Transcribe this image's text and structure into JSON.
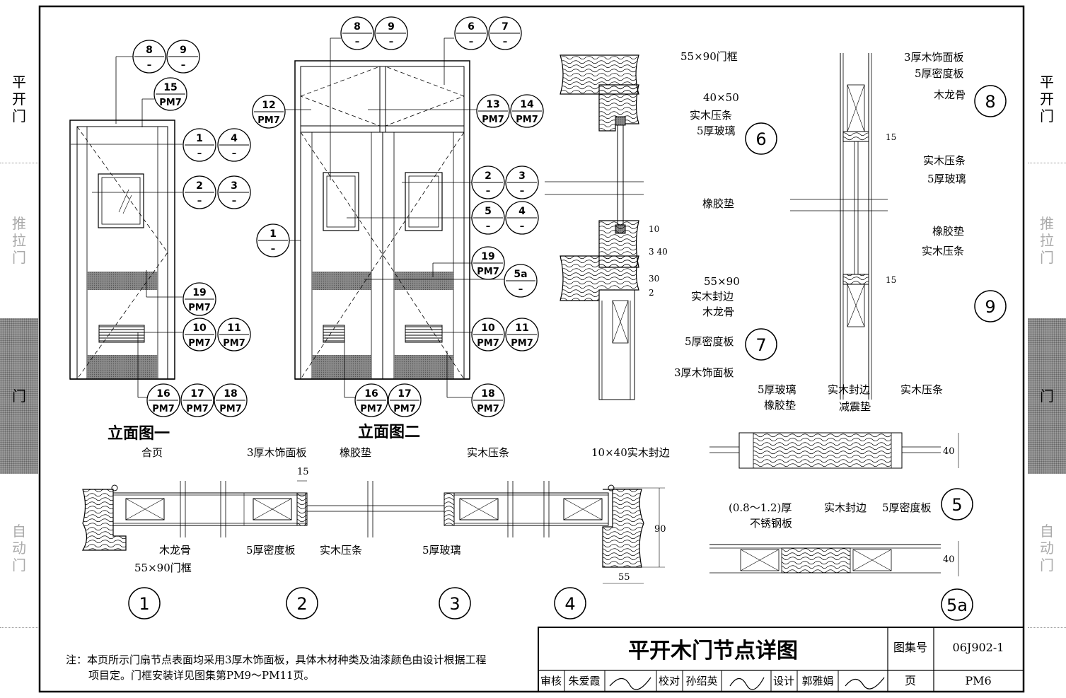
{
  "side_tabs": [
    "平\n开\n门",
    "推\n拉\n门",
    "门",
    "自\n动\n门"
  ],
  "title": "平开木门节点详图",
  "atlas_label": "图集号",
  "atlas_no": "06J902-1",
  "page_label": "页",
  "page_no": "PM6",
  "review_label": "审核",
  "reviewer": "朱爱霞",
  "check_label": "校对",
  "checker": "孙绍英",
  "design_label": "设计",
  "designer": "郭雅娟",
  "note_line1": "注：本页所示门扇节点表面均采用3厚木饰面板，具体木材种类及油漆颜色由设计根据工程",
  "note_line2": "项目定。门框安装详见图集第PM9～PM11页。",
  "elev1_title": "立面图一",
  "elev2_title": "立面图二",
  "section_labels": [
    "1",
    "2",
    "3",
    "4",
    "5",
    "5a",
    "6",
    "7",
    "8",
    "9"
  ],
  "labels": {
    "hinge": "合页",
    "veneer3": "3厚木饰面板",
    "rubber": "橡胶垫",
    "strip": "实木压条",
    "edge10x40": "10×40实木封边",
    "keel": "木龙骨",
    "frame55x90": "55×90门框",
    "mdf5": "5厚密度板",
    "glass5": "5厚玻璃",
    "frame55x90b": "55×90门框",
    "s40x50": "40×50",
    "s55x90": "55×90",
    "edge": "实木封边",
    "damper": "减震垫",
    "steel1": "(0.8～1.2)厚",
    "steel2": "不锈钢板",
    "d15": "15",
    "d40": "40",
    "d90": "90",
    "d55": "55",
    "d10": "10",
    "d340": "3 40",
    "d30": "30",
    "d2": "2"
  },
  "elev1_refs": [
    {
      "top": "8",
      "bot": "–"
    },
    {
      "top": "9",
      "bot": "–"
    },
    {
      "top": "15",
      "bot": "PM7"
    },
    {
      "top": "1",
      "bot": "–"
    },
    {
      "top": "4",
      "bot": "–"
    },
    {
      "top": "2",
      "bot": "–"
    },
    {
      "top": "3",
      "bot": "–"
    },
    {
      "top": "19",
      "bot": "PM7"
    },
    {
      "top": "10",
      "bot": "PM7"
    },
    {
      "top": "11",
      "bot": "PM7"
    },
    {
      "top": "16",
      "bot": "PM7"
    },
    {
      "top": "17",
      "bot": "PM7"
    },
    {
      "top": "18",
      "bot": "PM7"
    }
  ],
  "elev2_refs": [
    {
      "top": "8",
      "bot": "–"
    },
    {
      "top": "9",
      "bot": "–"
    },
    {
      "top": "6",
      "bot": "–"
    },
    {
      "top": "7",
      "bot": "–"
    },
    {
      "top": "12",
      "bot": "PM7"
    },
    {
      "top": "13",
      "bot": "PM7"
    },
    {
      "top": "14",
      "bot": "PM7"
    },
    {
      "top": "2",
      "bot": "–"
    },
    {
      "top": "3",
      "bot": "–"
    },
    {
      "top": "1",
      "bot": "–"
    },
    {
      "top": "5",
      "bot": "–"
    },
    {
      "top": "4",
      "bot": "–"
    },
    {
      "top": "19",
      "bot": "PM7"
    },
    {
      "top": "5a",
      "bot": "–"
    },
    {
      "top": "10",
      "bot": "PM7"
    },
    {
      "top": "11",
      "bot": "PM7"
    },
    {
      "top": "16",
      "bot": "PM7"
    },
    {
      "top": "17",
      "bot": "PM7"
    },
    {
      "top": "18",
      "bot": "PM7"
    }
  ]
}
